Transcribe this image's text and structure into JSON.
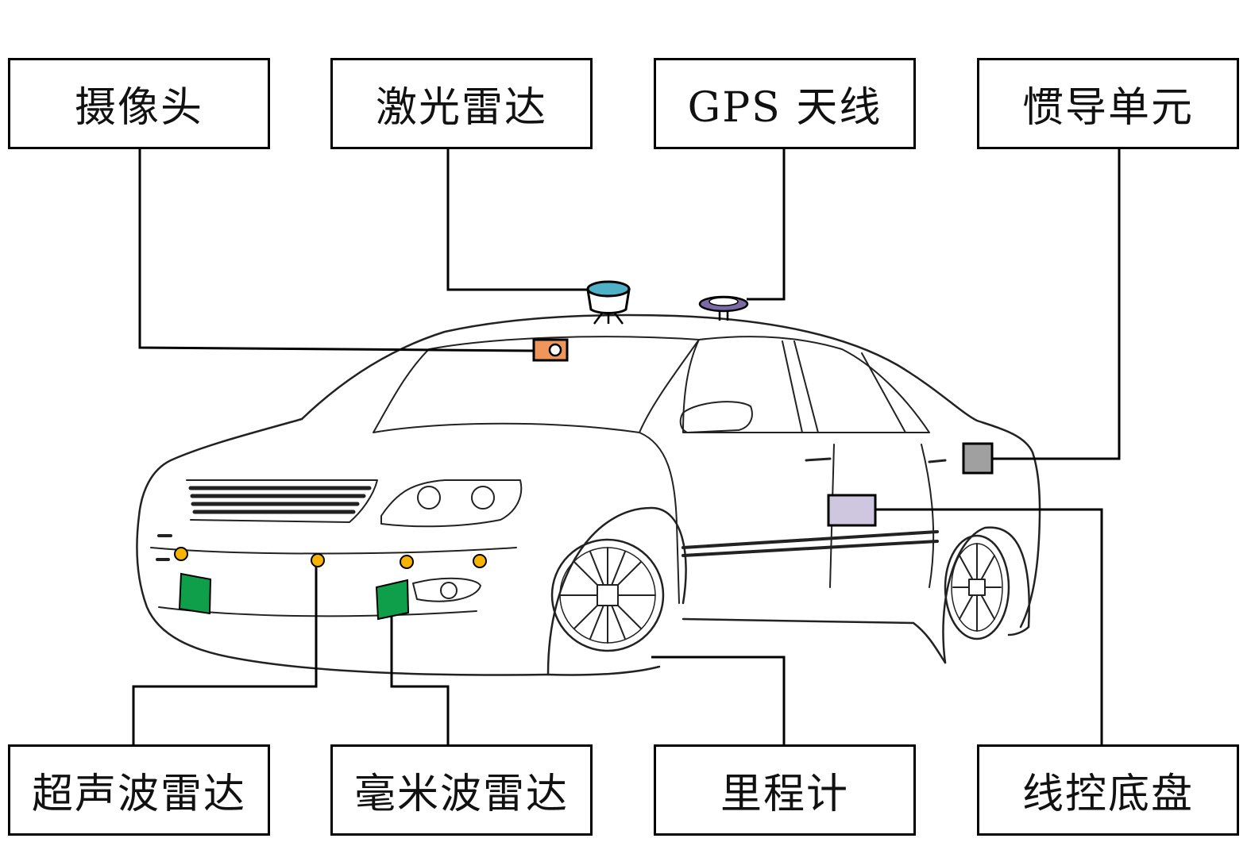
{
  "labels": {
    "camera": "摄像头",
    "lidar": "激光雷达",
    "gps_antenna": "GPS 天线",
    "imu": "惯导单元",
    "ultrasonic_radar": "超声波雷达",
    "mmwave_radar": "毫米波雷达",
    "odometer": "里程计",
    "drive_by_wire_chassis": "线控底盘"
  },
  "colors": {
    "camera": "#f0965a",
    "lidar": "#4fb1c8",
    "gps_antenna": "#7a6aa6",
    "imu": "#a0a0a0",
    "chassis": "#cfc6e0",
    "ultrasonic": "#f6b400",
    "mmwave": "#0f9f4b"
  }
}
